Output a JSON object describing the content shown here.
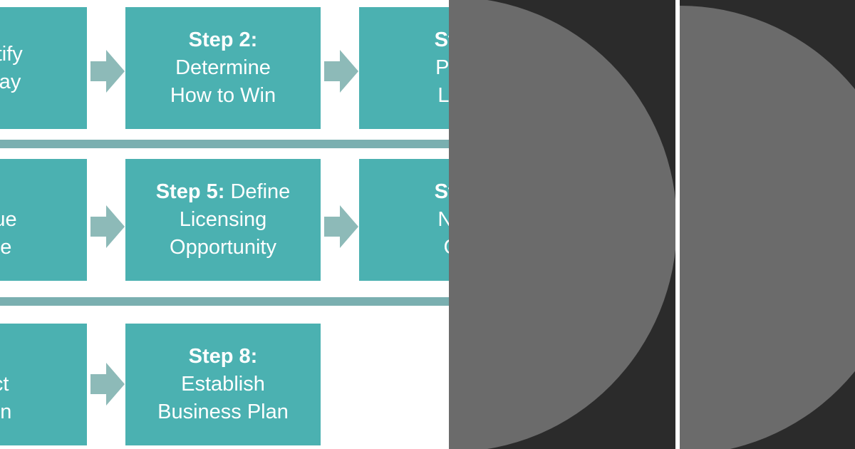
{
  "steps": {
    "step1": {
      "line1": "Identify",
      "line2": "to Play"
    },
    "step2": {
      "title": "Step 2:",
      "line1": "Determine",
      "line2": "How to Win"
    },
    "step3": {
      "title": "Step",
      "line1": "Pros",
      "line2": "Lice"
    },
    "step4": {
      "title": "4:",
      "line1": "n Due",
      "line2": "ence"
    },
    "step5": {
      "title": "Step 5:",
      "title_rest": " Define",
      "line1": "Licensing",
      "line2": "Opportunity"
    },
    "step6": {
      "title": "Step",
      "line1": "Neg",
      "line2": "Co"
    },
    "step7": {
      "title": "7:",
      "line1": "duct",
      "line2": "ation"
    },
    "step8": {
      "title": "Step 8:",
      "line1": "Establish",
      "line2": "Business Plan"
    }
  },
  "colors": {
    "box": "#4bb1b1",
    "arrow": "#8dbab8",
    "divider": "#7aafb0",
    "panel_dark": "#2b2b2b",
    "semicircle": "#6b6b6b",
    "text": "#ffffff"
  },
  "icons": {
    "arrow": "arrow-right-icon"
  }
}
